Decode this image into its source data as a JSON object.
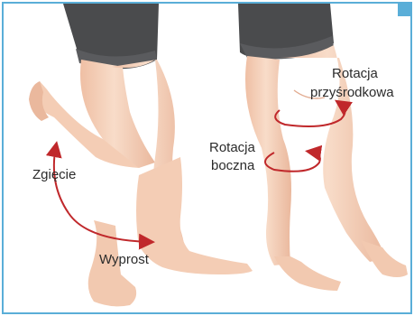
{
  "labels": {
    "flexion": "Zgięcie",
    "extension": "Wyprost",
    "lateral_rotation_line1": "Rotacja",
    "lateral_rotation_line2": "boczna",
    "medial_rotation_line1": "Rotacja",
    "medial_rotation_line2": "przyśrodkowa"
  },
  "colors": {
    "frame": "#5aaed8",
    "skin": "#f6d2bc",
    "skin_shadow": "#e9b69b",
    "shorts": "#4a4b4d",
    "arrow": "#c0282b",
    "text": "#2b2b2b"
  },
  "icons": {
    "corner_tab": "blue-corner-tab"
  }
}
